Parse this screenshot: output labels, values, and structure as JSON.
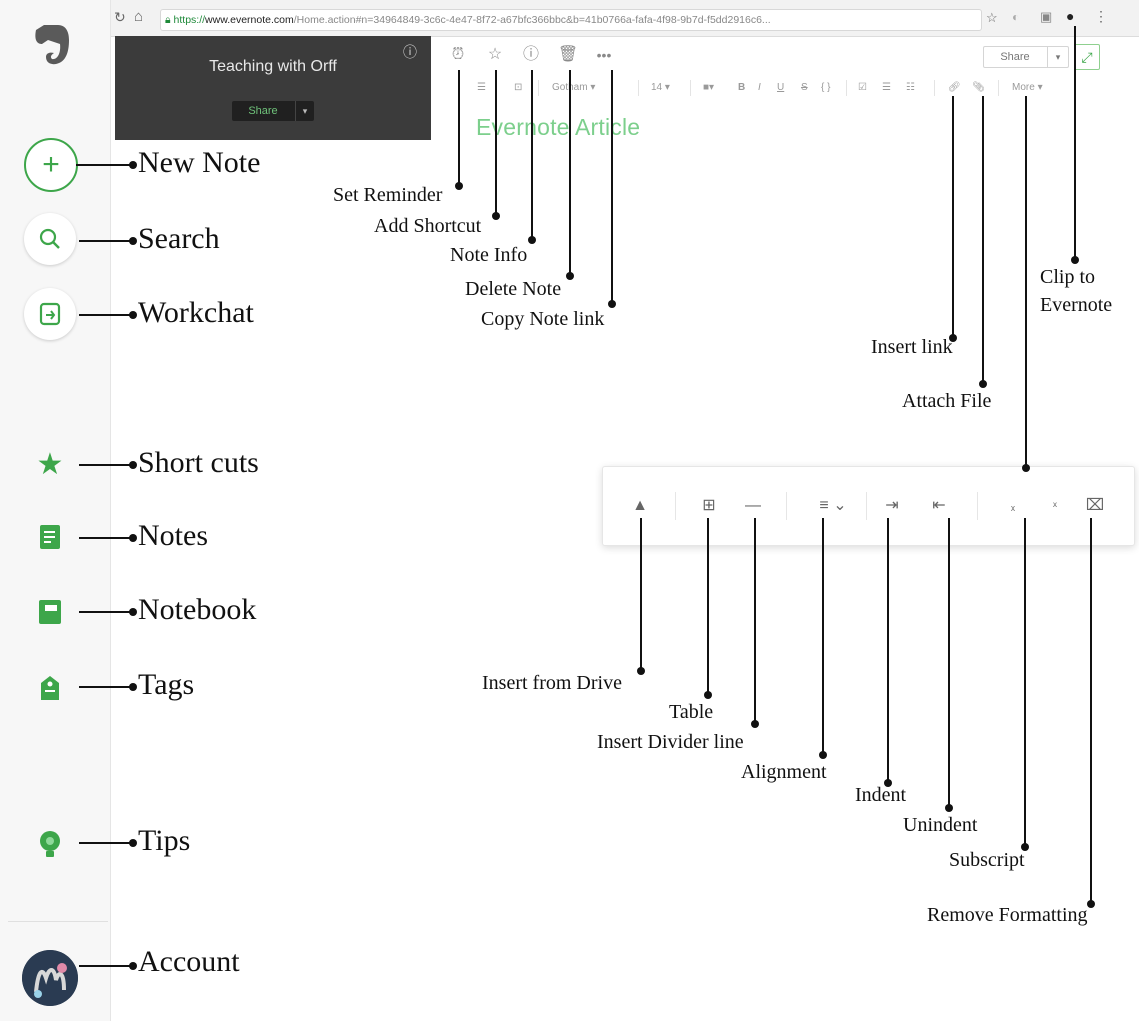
{
  "browser": {
    "url_secure": "https://",
    "url_host": "www.evernote.com",
    "url_rest": "/Home.action#n=34964849-3c6c-4e47-8f72-a67bfc366bbc&b=41b0766a-fafa-4f98-9b7d-f5dd2916c6..."
  },
  "note_card": {
    "title": "Teaching with Orff",
    "share_label": "Share"
  },
  "editor": {
    "share_label": "Share",
    "font_name": "Gotham",
    "font_size": "14",
    "more_label": "More",
    "note_title": "Evernote Article"
  },
  "rail_labels": {
    "new_note": "New Note",
    "search": "Search",
    "workchat": "Workchat",
    "shortcuts": "Short cuts",
    "notes": "Notes",
    "notebook": "Notebook",
    "tags": "Tags",
    "tips": "Tips",
    "account": "Account"
  },
  "callouts": {
    "set_reminder": "Set Reminder",
    "add_shortcut": "Add Shortcut",
    "note_info": "Note Info",
    "delete_note": "Delete Note",
    "copy_note_link": "Copy Note link",
    "insert_link": "Insert link",
    "attach_file": "Attach File",
    "clip_to_1": "Clip to",
    "clip_to_2": "Evernote",
    "insert_from_drive": "Insert from Drive",
    "table": "Table",
    "insert_divider": "Insert Divider line",
    "alignment": "Alignment",
    "indent": "Indent",
    "unindent": "Unindent",
    "subscript": "Subscript",
    "remove_formatting": "Remove Formatting"
  },
  "colors": {
    "accent": "#3da64a",
    "title_green": "#7ccf8c",
    "card_dark": "#3b3b3b"
  }
}
